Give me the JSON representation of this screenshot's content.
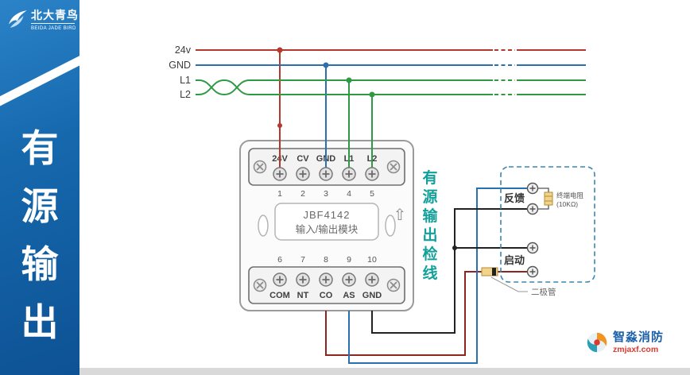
{
  "sidebar": {
    "brand_cn": "北大青鸟",
    "brand_en": "BEIDA JADE BIRD",
    "vertical_title": [
      "有",
      "源",
      "输",
      "出"
    ]
  },
  "buses": {
    "labels": [
      "24v",
      "GND",
      "L1",
      "L2"
    ]
  },
  "module": {
    "model": "JBF4142",
    "name": "输入/输出模块",
    "top_labels": [
      "24V",
      "CV",
      "GND",
      "L1",
      "L2"
    ],
    "top_numbers": [
      "1",
      "2",
      "3",
      "4",
      "5"
    ],
    "bottom_numbers": [
      "6",
      "7",
      "8",
      "9",
      "10"
    ],
    "bottom_labels": [
      "COM",
      "NT",
      "CO",
      "AS",
      "GND"
    ],
    "arrow_icon": "⇧"
  },
  "right_box": {
    "feedback_label": "反馈",
    "start_label": "启动",
    "resistor_line1": "终端电阻",
    "resistor_line2": "(10KΩ)",
    "diode_label": "二极管"
  },
  "annotation": {
    "note_chars": [
      "有",
      "源",
      "输",
      "出",
      "检",
      "线"
    ]
  },
  "watermark": {
    "brand": "智淼消防",
    "site": "zmjaxf.com"
  },
  "colors": {
    "red": "#b5372e",
    "dark_red": "#8e2620",
    "blue": "#2a6fb0",
    "green": "#2f9a44",
    "black": "#222222",
    "teal": "#14a09a",
    "box_dash": "#3a87ad",
    "brand_blue": "#1a5fa8",
    "site_red": "#d93a2f",
    "sidebar_blue": "#1668ad"
  }
}
